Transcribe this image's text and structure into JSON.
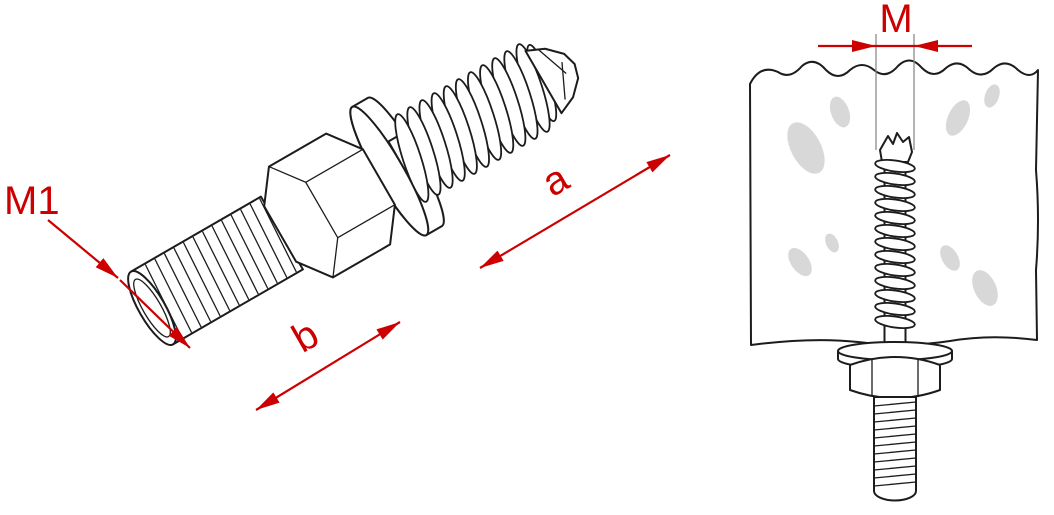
{
  "diagram": {
    "labels": {
      "m1": "M1",
      "a": "a",
      "b": "b",
      "m": "M"
    },
    "colors": {
      "dimension": "#cc0000",
      "outline": "#1c1c1c",
      "speckle": "#d8d8d8",
      "extension": "#8c8c8c",
      "background": "#ffffff"
    }
  }
}
